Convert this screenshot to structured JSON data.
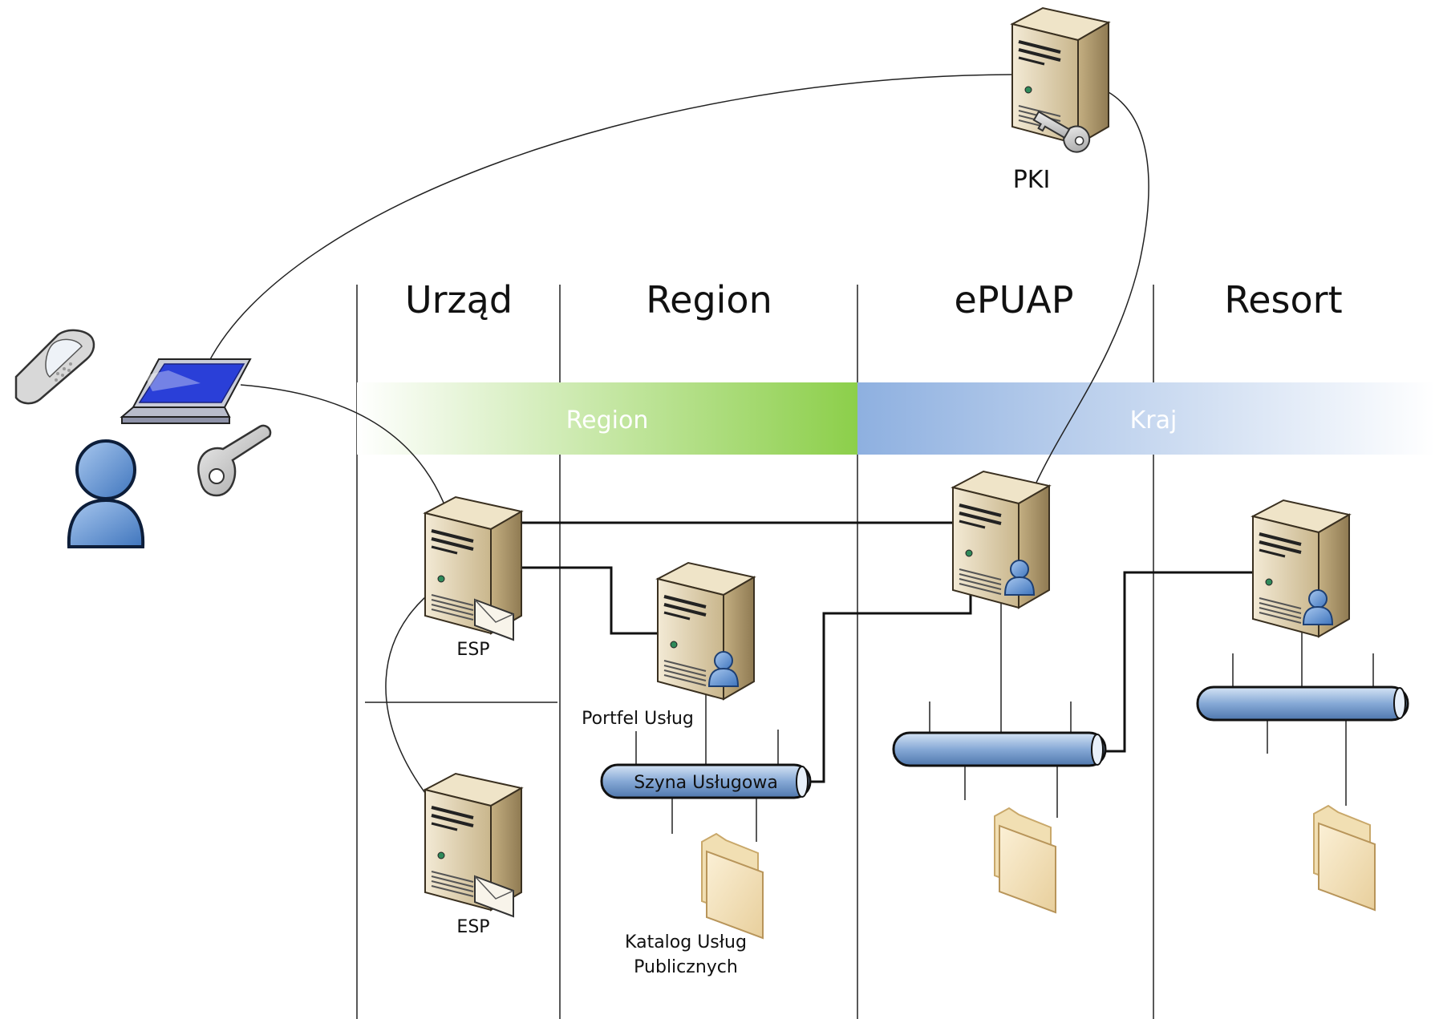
{
  "columns": {
    "urzad": "Urząd",
    "region": "Region",
    "epuap": "ePUAP",
    "resort": "Resort"
  },
  "bands": {
    "region": "Region",
    "kraj": "Kraj"
  },
  "labels": {
    "pki": "PKI",
    "esp_top": "ESP",
    "esp_bottom": "ESP",
    "portfel": "Portfel Usług",
    "szyna": "Szyna Usługowa",
    "katalog_line1": "Katalog Usług",
    "katalog_line2": "Publicznych"
  },
  "colors": {
    "region_band": "#8ccf4a",
    "kraj_band": "#8eb0e0",
    "server": "#d9c9a4",
    "bus": "#7fa6d6",
    "folder": "#f5e3bb",
    "person": "#5b8fd0",
    "laptop_screen": "#2a3fd8"
  },
  "icons": [
    "server-icon",
    "key-icon",
    "person-icon",
    "mobile-phone-icon",
    "laptop-icon",
    "envelope-icon",
    "folder-icon",
    "service-bus-icon"
  ]
}
